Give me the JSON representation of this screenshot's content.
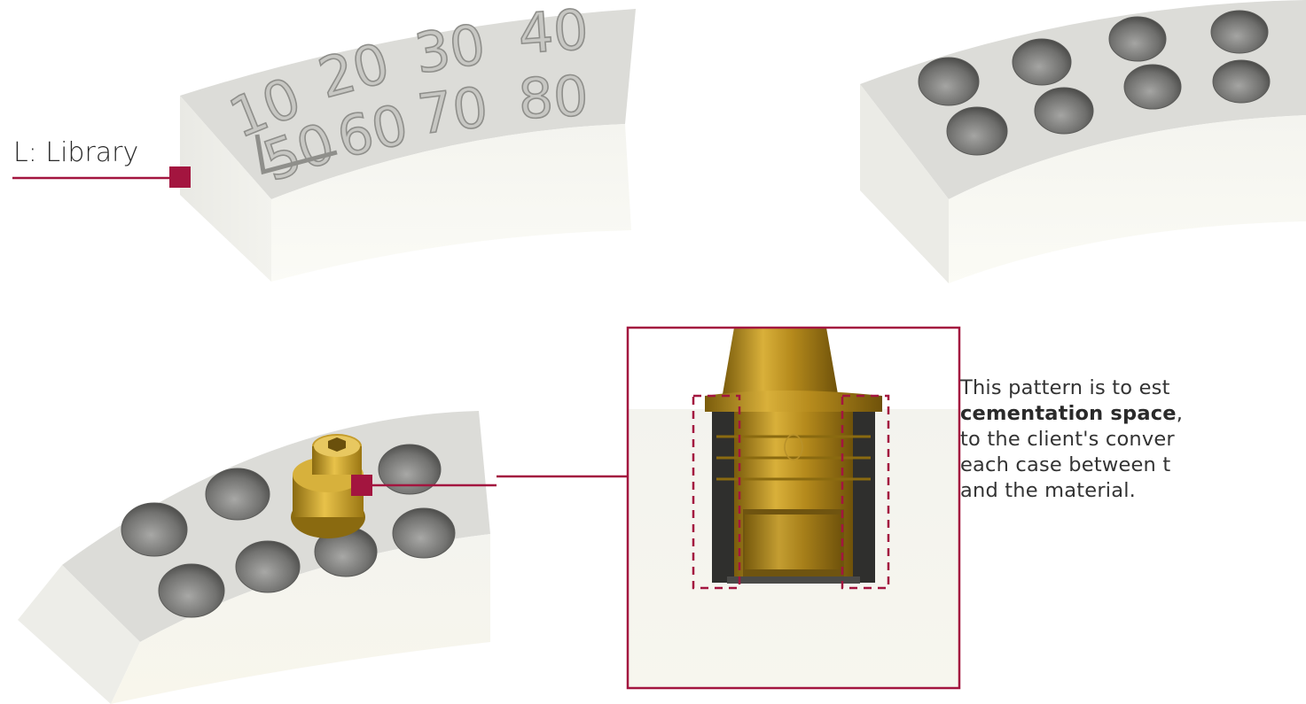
{
  "accent_color": "#a3153f",
  "library_label": "L: Library",
  "engraved_numbers": {
    "row1": [
      "10",
      "20",
      "30",
      "40"
    ],
    "row2": [
      "50",
      "60",
      "70",
      "80"
    ]
  },
  "description": {
    "line1": "This pattern is to est",
    "line2_bold": "cementation space",
    "line2_rest": ",",
    "line3": "to the client's conver",
    "line4": "each case between t",
    "line5": "and the material."
  }
}
